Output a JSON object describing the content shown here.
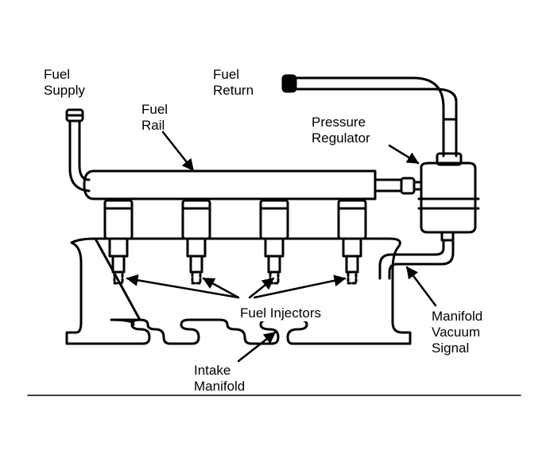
{
  "labels": {
    "fuel_supply": [
      "Fuel",
      "Supply"
    ],
    "fuel_return": [
      "Fuel",
      "Return"
    ],
    "fuel_rail": [
      "Fuel",
      "Rail"
    ],
    "pressure_regulator": [
      "Pressure",
      "Regulator"
    ],
    "fuel_injectors": "Fuel Injectors",
    "manifold_vacuum_signal": [
      "Manifold",
      "Vacuum",
      "Signal"
    ],
    "intake_manifold": [
      "Intake",
      "Manifold"
    ]
  },
  "colors": {
    "ink": "#000000",
    "background": "#ffffff"
  }
}
